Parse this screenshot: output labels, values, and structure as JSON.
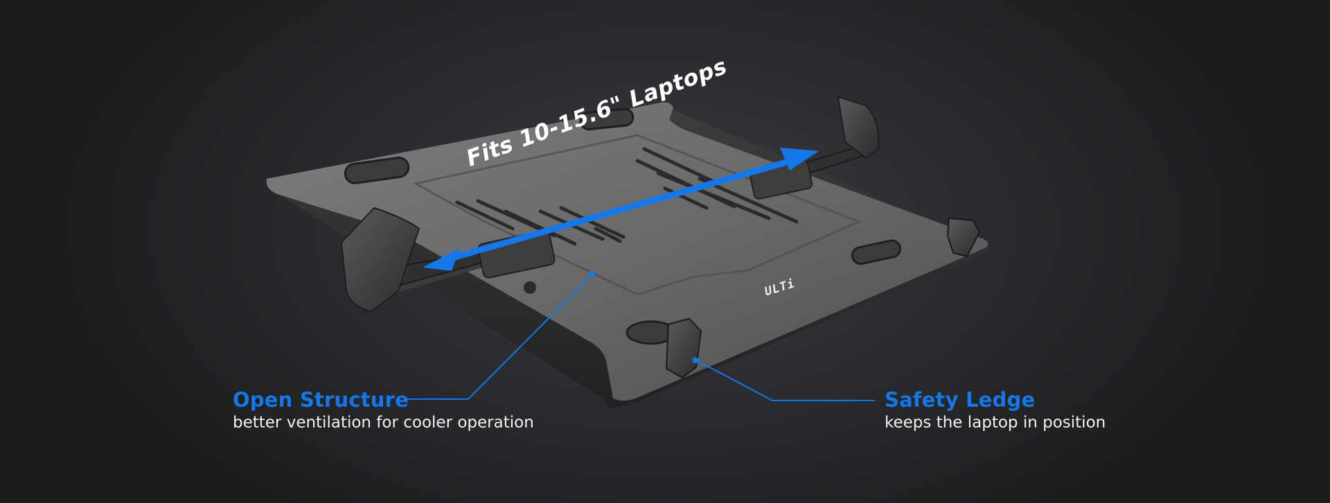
{
  "product": {
    "brand_logo": "ULTi",
    "size_label": "Fits 10-15.6\" Laptops"
  },
  "callouts": [
    {
      "id": "open-structure",
      "title": "Open Structure",
      "description": "better ventilation for cooler operation"
    },
    {
      "id": "safety-ledge",
      "title": "Safety Ledge",
      "description": "keeps the laptop in position"
    }
  ],
  "colors": {
    "accent": "#1677e8",
    "background": "#1b1c1e",
    "tray": "#6a6b6d",
    "text": "#f2f2f2"
  }
}
